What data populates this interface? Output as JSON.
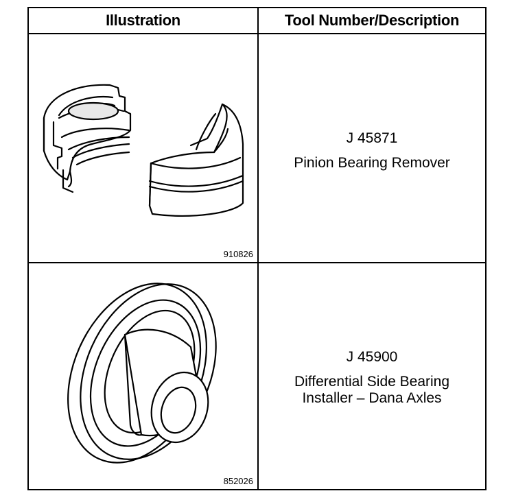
{
  "table": {
    "headers": {
      "illustration": "Illustration",
      "tool": "Tool Number/Description"
    },
    "rows": [
      {
        "figure_number": "910826",
        "tool_number": "J 45871",
        "description_lines": [
          "Pinion Bearing Remover"
        ]
      },
      {
        "figure_number": "852026",
        "tool_number": "J 45900",
        "description_lines": [
          "Differential Side Bearing",
          "Installer – Dana Axles"
        ]
      }
    ]
  }
}
